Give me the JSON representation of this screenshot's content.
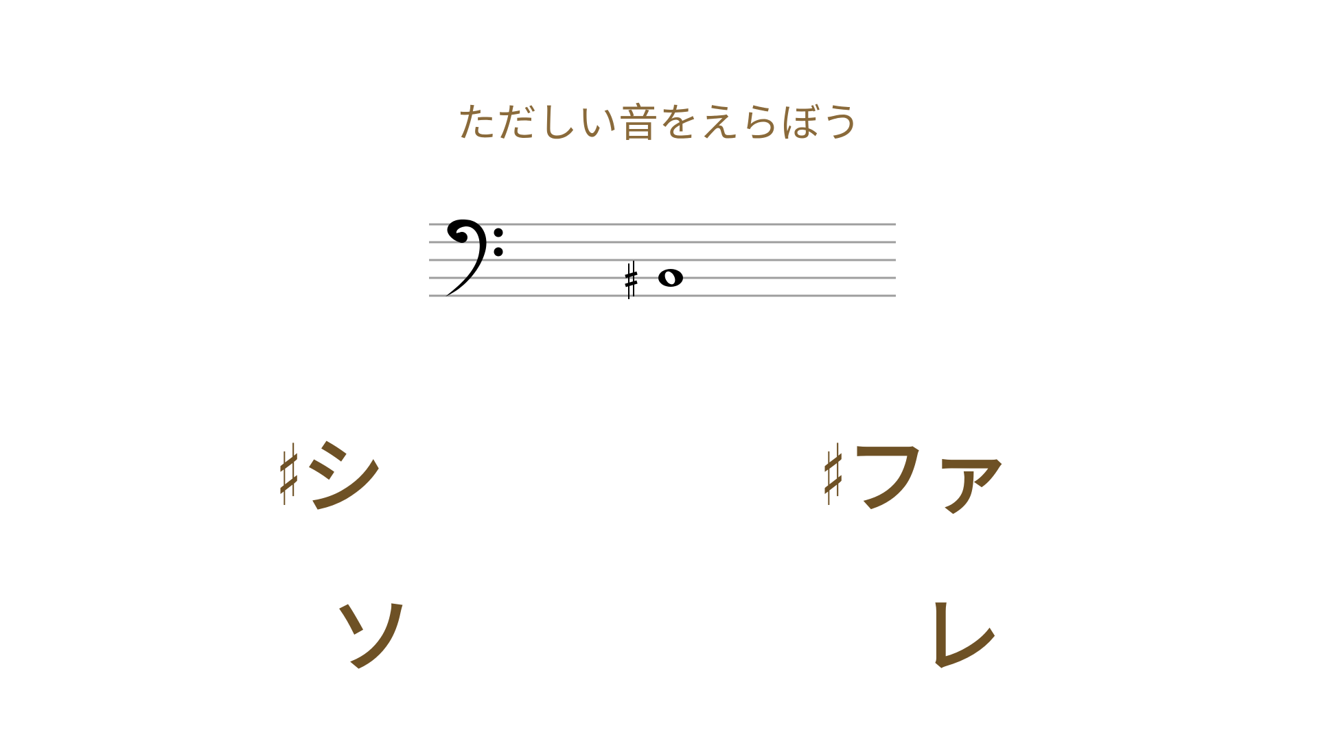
{
  "prompt": "ただしい音をえらぼう",
  "staff": {
    "clef": "bass-clef",
    "note_accidental": "♯",
    "note_type": "whole-note",
    "line_color": "#9e9e9e",
    "symbol_color": "#000000"
  },
  "choices": [
    {
      "sharp": "♯",
      "label": "シ"
    },
    {
      "sharp": "♯",
      "label": "ファ"
    },
    {
      "sharp": "",
      "label": "ソ"
    },
    {
      "sharp": "",
      "label": "レ"
    }
  ],
  "colors": {
    "prompt": "#8a6a3a",
    "choice_text": "#6e5125",
    "background": "#ffffff"
  }
}
